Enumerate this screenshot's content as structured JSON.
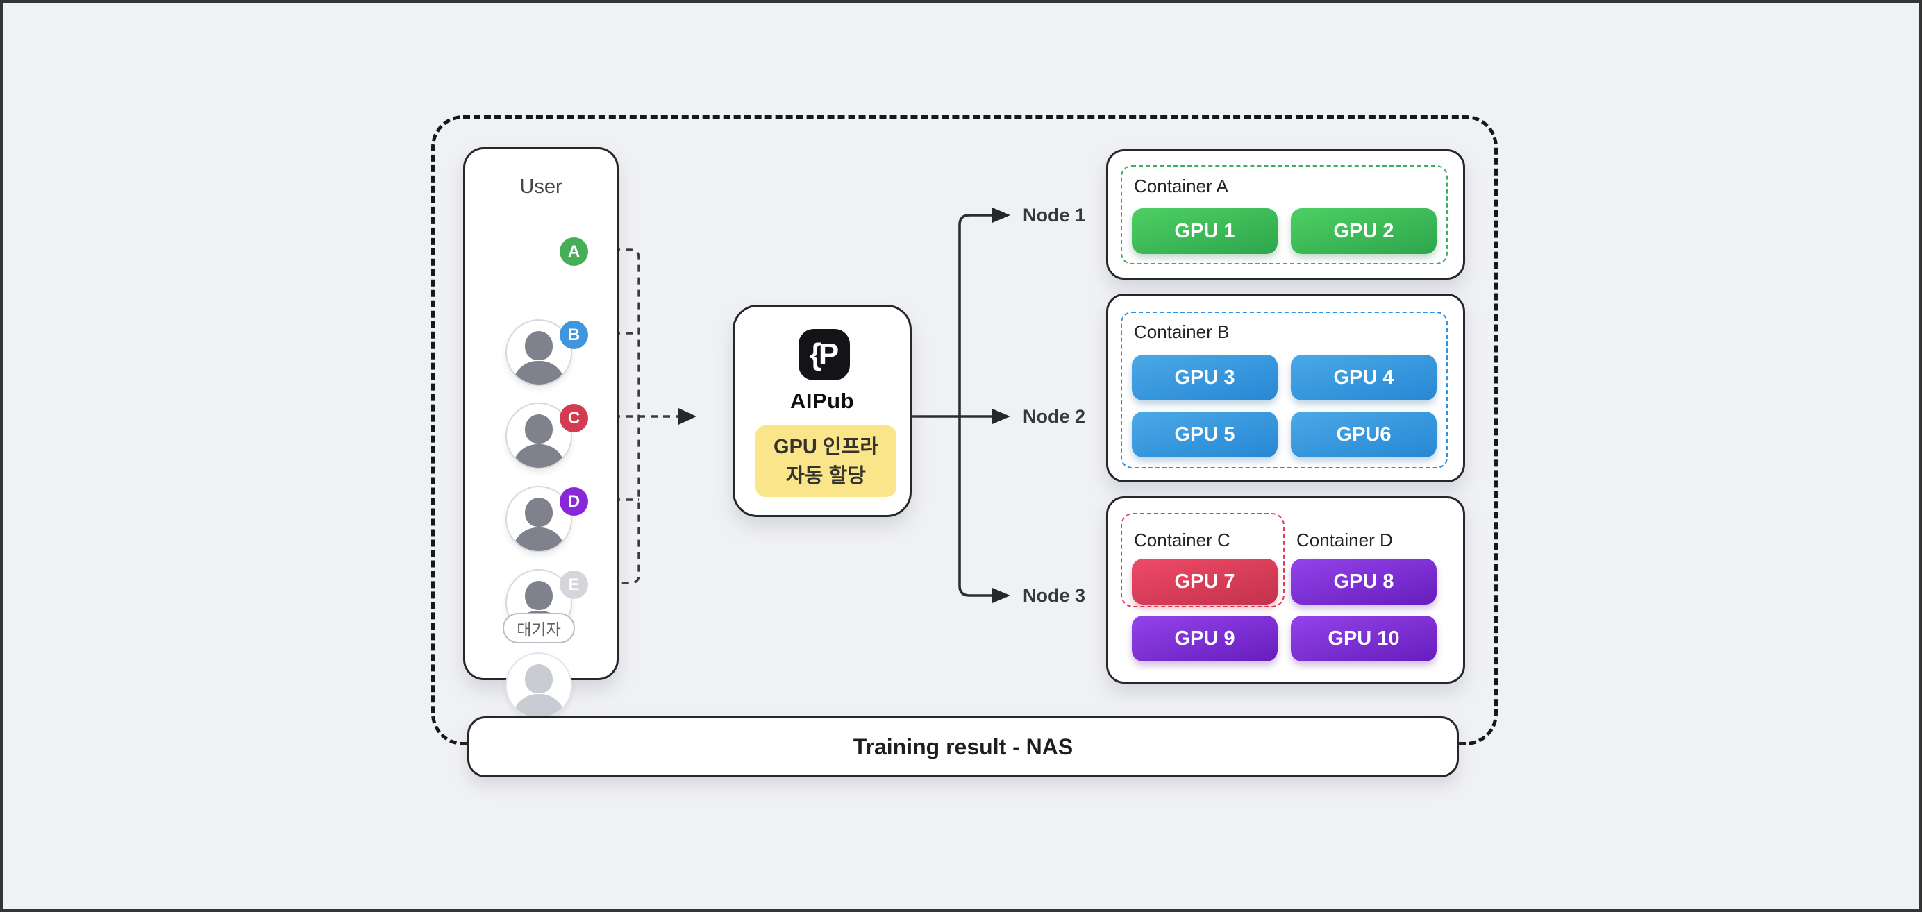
{
  "colors": {
    "background": "#f0f1f4",
    "frame_border": "#323438",
    "green": "#3fae5a",
    "blue": "#2f8fe0",
    "red": "#e8395c",
    "purple": "#7a2bd0",
    "yellow_note": "#fae58a"
  },
  "user_panel": {
    "title": "User",
    "users": [
      {
        "label": "A",
        "color": "#47ae58"
      },
      {
        "label": "B",
        "color": "#4096dd"
      },
      {
        "label": "C",
        "color": "#d43b51"
      },
      {
        "label": "D",
        "color": "#8928d8"
      },
      {
        "label": "E",
        "color": "#d5d6db"
      }
    ],
    "waiting_label": "대기자"
  },
  "aipub": {
    "logo_glyph": "{P",
    "name": "AIPub",
    "note_line1": "GPU 인프라",
    "note_line2": "자동 할당"
  },
  "nodes": [
    {
      "label": "Node 1",
      "containers": [
        {
          "name": "Container A",
          "gpus": [
            "GPU 1",
            "GPU 2"
          ]
        }
      ]
    },
    {
      "label": "Node 2",
      "containers": [
        {
          "name": "Container B",
          "gpus": [
            "GPU 3",
            "GPU 4",
            "GPU 5",
            "GPU6"
          ]
        }
      ]
    },
    {
      "label": "Node 3",
      "containers": [
        {
          "name": "Container C",
          "gpus": [
            "GPU 7"
          ]
        },
        {
          "name": "Container D",
          "gpus": [
            "GPU 8",
            "GPU 9",
            "GPU 10"
          ]
        }
      ]
    }
  ],
  "footer": {
    "label": "Training result - NAS"
  }
}
